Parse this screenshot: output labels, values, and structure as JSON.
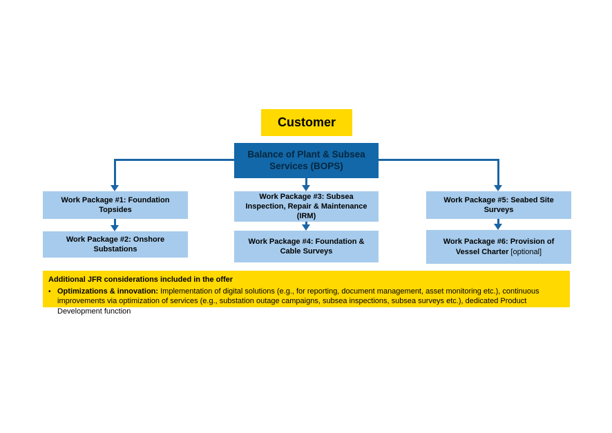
{
  "colors": {
    "yellow": "#FFD900",
    "dark_blue": "#1268A8",
    "light_blue": "#A6CBEC",
    "connector": "#1A65A5",
    "text_dark": "#0B1620"
  },
  "diagram": {
    "customer": {
      "label": "Customer"
    },
    "root": {
      "label": "Balance of Plant & Subsea Services (BOPS)"
    },
    "work_packages": [
      {
        "label": "Work Package #1: Foundation Topsides",
        "suffix": ""
      },
      {
        "label": "Work Package #2: Onshore Substations",
        "suffix": ""
      },
      {
        "label": "Work Package #3: Subsea Inspection, Repair & Maintenance (IRM)",
        "suffix": ""
      },
      {
        "label": "Work Package #4: Foundation & Cable Surveys",
        "suffix": ""
      },
      {
        "label": "Work Package #5: Seabed Site Surveys",
        "suffix": ""
      },
      {
        "label": "Work Package #6: Provision of Vessel Charter",
        "suffix": " [optional]"
      }
    ],
    "banner": {
      "heading": "Additional JFR considerations included in the offer",
      "bullet_marker": "•",
      "bullet_label": "Optimizations & innovation:",
      "bullet_text": " Implementation of digital solutions (e.g., for reporting, document management, asset monitoring etc.), continuous improvements via optimization of services (e.g., substation outage campaigns, subsea inspections, subsea surveys etc.), dedicated Product Development function"
    }
  }
}
